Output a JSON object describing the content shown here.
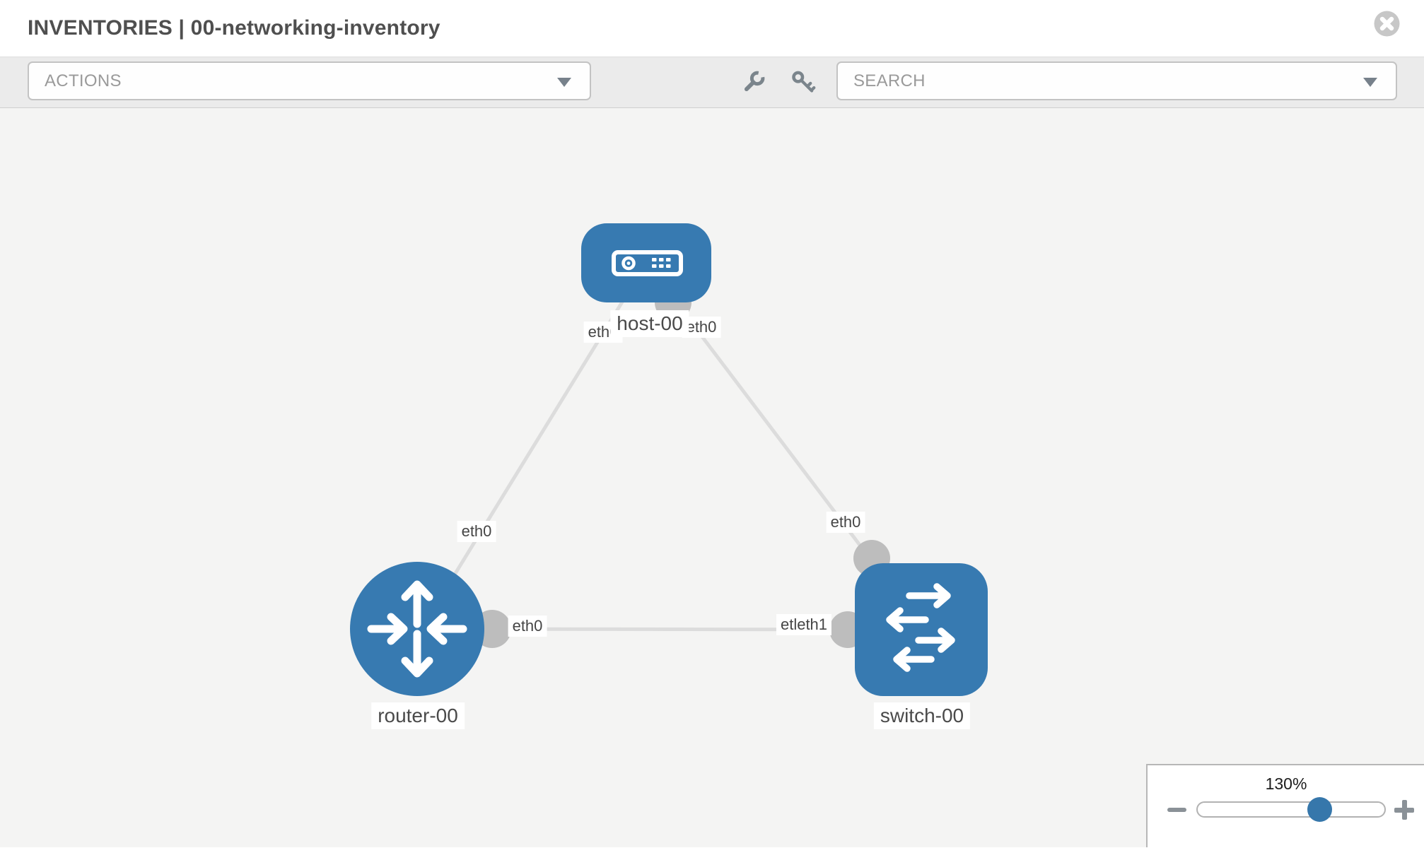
{
  "header": {
    "title": "INVENTORIES | 00-networking-inventory"
  },
  "toolbar": {
    "actions": {
      "placeholder": "ACTIONS"
    },
    "search": {
      "placeholder": "SEARCH"
    },
    "icons": [
      {
        "name": "wrench-icon"
      },
      {
        "name": "key-icon"
      }
    ]
  },
  "topology": {
    "nodes": [
      {
        "label": "host-00",
        "type": "host"
      },
      {
        "label": "router-00",
        "type": "router"
      },
      {
        "label": "switch-00",
        "type": "switch"
      }
    ],
    "links": [
      {
        "from": "host-00",
        "to": "router-00"
      },
      {
        "from": "host-00",
        "to": "switch-00"
      },
      {
        "from": "router-00",
        "to": "switch-00"
      }
    ],
    "interface_labels": [
      {
        "text": "eth0",
        "near": "host-00-left"
      },
      {
        "text": "eth0",
        "near": "host-00-right"
      },
      {
        "text": "eth0",
        "near": "router-00-top"
      },
      {
        "text": "eth0",
        "near": "switch-00-top"
      },
      {
        "text": "eth0",
        "near": "router-00-right-port"
      },
      {
        "text": "etleth1",
        "near": "switch-00-left-port"
      }
    ]
  },
  "zoom_control": {
    "level": "130%"
  },
  "colors": {
    "node_blue": "#377ab1",
    "link_gray": "#dcdcdc",
    "port_gray": "#bdbdbd",
    "toolbar_gray": "#ebebeb",
    "canvas_gray": "#f4f4f3"
  }
}
